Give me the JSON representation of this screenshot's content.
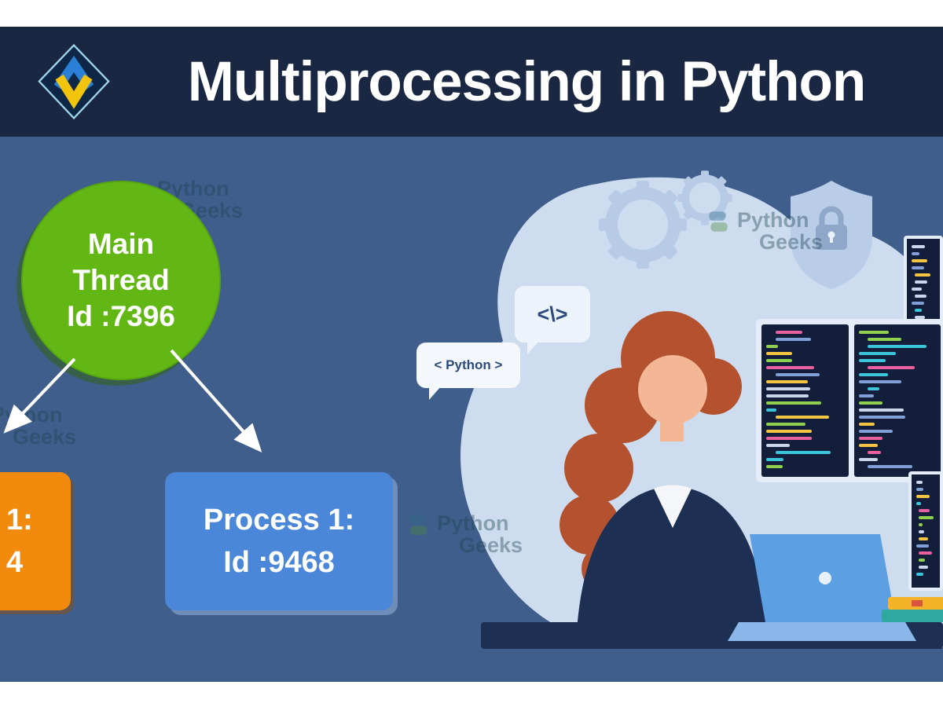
{
  "header": {
    "title": "Multiprocessing in Python"
  },
  "diagram": {
    "main_thread": {
      "line1": "Main",
      "line2": "Thread",
      "line3": "Id :7396"
    },
    "left_box": {
      "line1": "1:",
      "line2": "4"
    },
    "process_box": {
      "line1": "Process 1:",
      "line2": "Id :9468"
    }
  },
  "illustration": {
    "bubble_python": "< Python >",
    "bubble_code": "<\\>",
    "code_colors": [
      "#e8609e",
      "#3cc5da",
      "#f5c542",
      "#8fd14f",
      "#c9d6ea",
      "#7f9fd6"
    ]
  },
  "watermark": {
    "word1": "Python",
    "word2": "Geeks"
  },
  "colors": {
    "header_bg": "#1a2742",
    "body_bg": "#405e8b",
    "circle_green": "#62b714",
    "box_orange": "#f28a0e",
    "box_blue": "#4b87d8"
  }
}
